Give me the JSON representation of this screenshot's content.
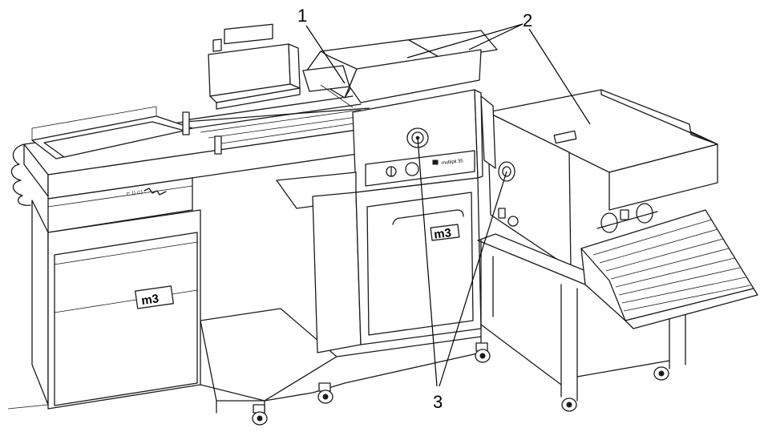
{
  "callouts": [
    {
      "number": "1"
    },
    {
      "number": "2"
    },
    {
      "number": "3"
    }
  ],
  "machine": {
    "brand_logo": "m3",
    "model_badge": "multipli 35"
  }
}
